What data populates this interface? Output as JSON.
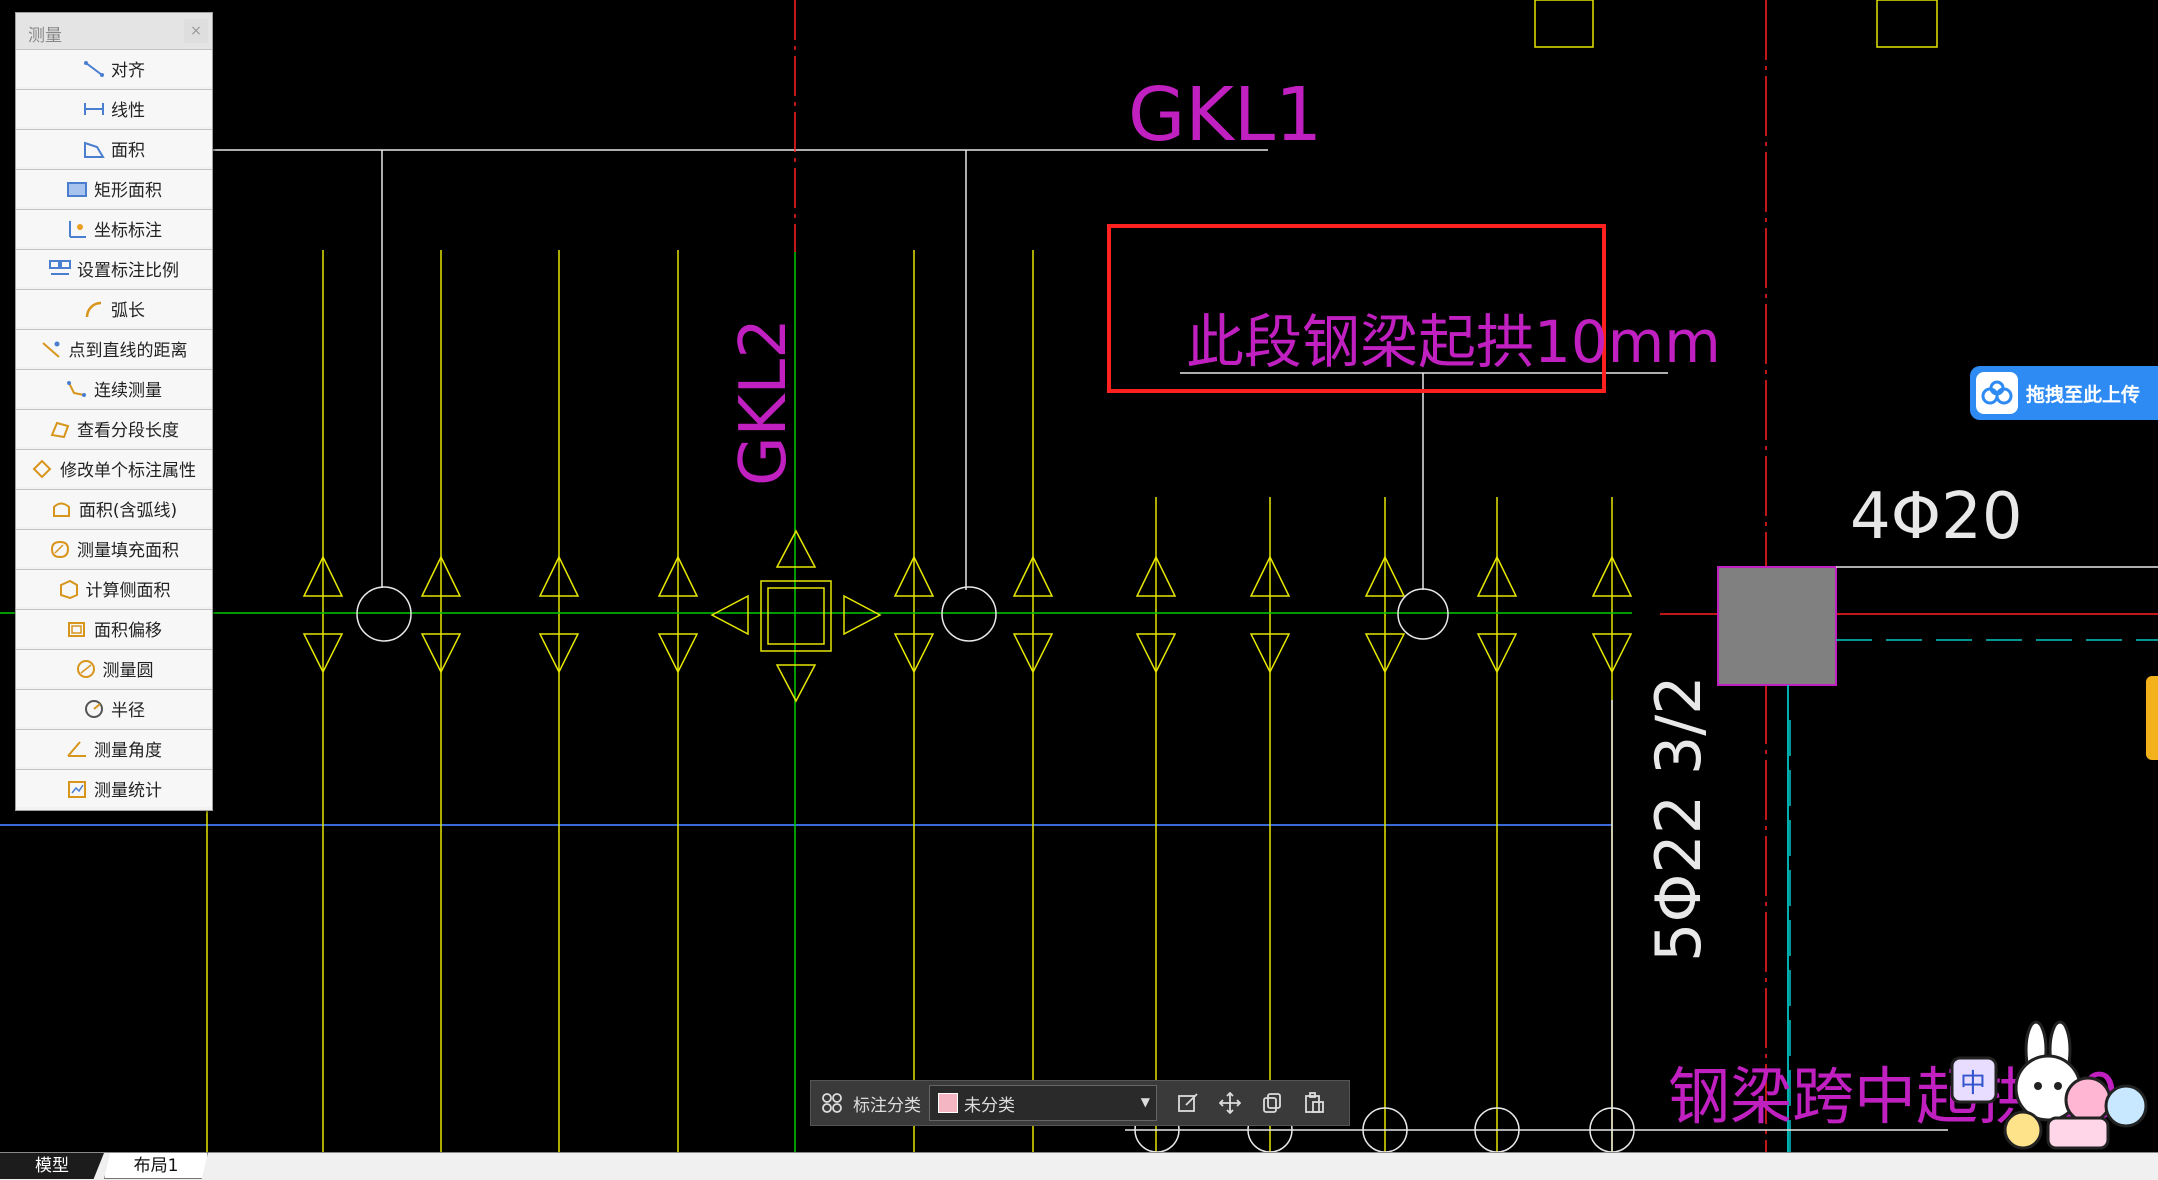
{
  "drawing": {
    "labels": {
      "gkl1": "GKL1",
      "gkl2": "GKL2",
      "camber_note": "此段钢梁起拱10mm",
      "rebar_top": "4Φ20",
      "rebar_side": "5Φ22 3/2",
      "midspan_note": "钢梁跨中起拱10"
    }
  },
  "panel": {
    "title": "测量",
    "close": "×",
    "items": [
      {
        "label": "对齐",
        "icon": "aligned-dimension-icon"
      },
      {
        "label": "线性",
        "icon": "linear-dimension-icon"
      },
      {
        "label": "面积",
        "icon": "area-icon"
      },
      {
        "label": "矩形面积",
        "icon": "rectangle-area-icon"
      },
      {
        "label": "坐标标注",
        "icon": "coordinate-icon"
      },
      {
        "label": "设置标注比例",
        "icon": "scale-icon"
      },
      {
        "label": "弧长",
        "icon": "arc-length-icon"
      },
      {
        "label": "点到直线的距离",
        "icon": "point-line-distance-icon"
      },
      {
        "label": "连续测量",
        "icon": "continuous-measure-icon"
      },
      {
        "label": "查看分段长度",
        "icon": "segment-length-icon"
      },
      {
        "label": "修改单个标注属性",
        "icon": "edit-dimension-icon"
      },
      {
        "label": "面积(含弧线)",
        "icon": "area-arc-icon"
      },
      {
        "label": "测量填充面积",
        "icon": "hatch-area-icon"
      },
      {
        "label": "计算侧面积",
        "icon": "side-area-icon"
      },
      {
        "label": "面积偏移",
        "icon": "area-offset-icon"
      },
      {
        "label": "测量圆",
        "icon": "circle-icon"
      },
      {
        "label": "半径",
        "icon": "radius-icon"
      },
      {
        "label": "测量角度",
        "icon": "angle-icon"
      },
      {
        "label": "测量统计",
        "icon": "statistics-icon"
      }
    ]
  },
  "upload": {
    "label": "拖拽至此上传",
    "icon": "cloud-upload-icon"
  },
  "annotation_bar": {
    "label": "标注分类",
    "selected": "未分类",
    "swatch_color": "#f4b6c2"
  },
  "tabs": [
    {
      "label": "模型"
    },
    {
      "label": "布局1"
    }
  ],
  "colors": {
    "background": "#000000",
    "yellow": "#e6e600",
    "green": "#00cc00",
    "red": "#ff2020",
    "magenta": "#c020c0",
    "cyan": "#00c8c8",
    "white": "#e8e8e8",
    "highlight": "#ff2020"
  }
}
